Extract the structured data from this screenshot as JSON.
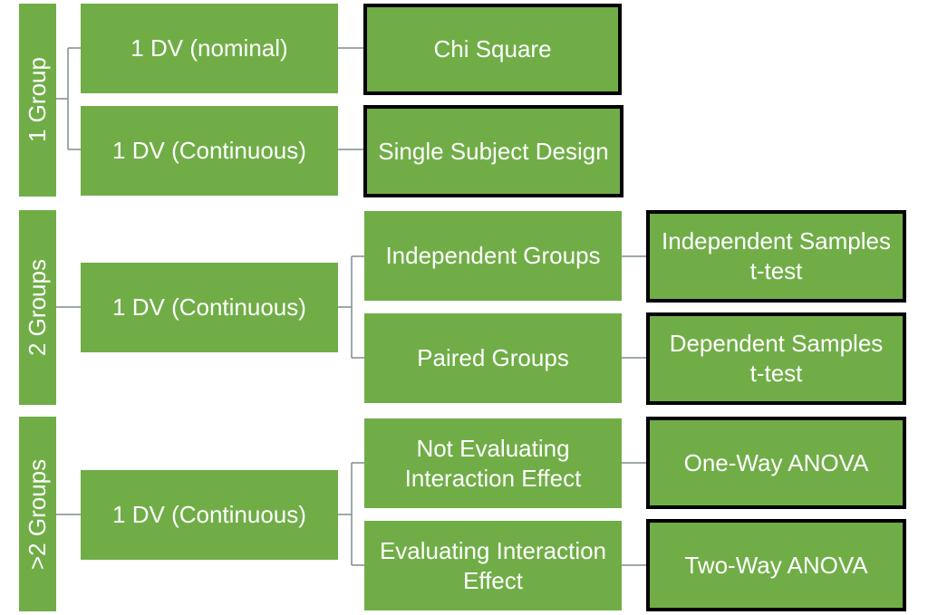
{
  "colors": {
    "box_fill": "#70ad47",
    "box_text": "#ffffff",
    "outcome_border": "#000000",
    "connector": "#7f8c8d"
  },
  "sections": [
    {
      "group_label": "1 Group",
      "dvs": [
        {
          "label": "1 DV (nominal)",
          "test": "Chi Square"
        },
        {
          "label": "1 DV (Continuous)",
          "test": "Single Subject Design"
        }
      ]
    },
    {
      "group_label": "2 Groups",
      "dv": "1 DV (Continuous)",
      "designs": [
        {
          "label": "Independent Groups",
          "test": "Independent Samples\nt-test"
        },
        {
          "label": "Paired Groups",
          "test": "Dependent Samples\nt-test"
        }
      ]
    },
    {
      "group_label": ">2 Groups",
      "dv": "1 DV (Continuous)",
      "designs": [
        {
          "label": "Not Evaluating\nInteraction Effect",
          "test": "One-Way ANOVA"
        },
        {
          "label": "Evaluating Interaction\nEffect",
          "test": "Two-Way ANOVA"
        }
      ]
    }
  ]
}
